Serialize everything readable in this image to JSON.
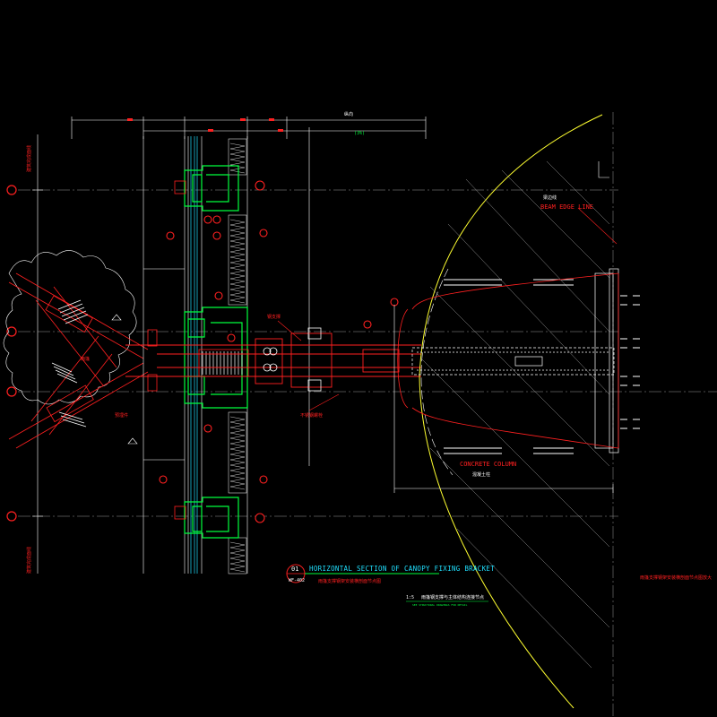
{
  "drawing": {
    "background": "#000000",
    "colors": {
      "red": "#ff2020",
      "white": "#ffffff",
      "green": "#00ff3c",
      "yellow": "#ffff30",
      "cyan": "#20e0ff",
      "grey": "#9a9a9a",
      "magenta": "#ff40ff"
    },
    "labels": {
      "beam_edge_cn": "梁边线",
      "beam_edge_en": "BEAM EDGE LINE",
      "concrete_column_en": "CONCRETE COLUMN",
      "concrete_column_cn": "混凝土柱",
      "dim_top_1": "纵向",
      "dim_top_2": "(3%)",
      "bracket_label_en": "HORIZONTAL SECTION OF CANOPY FIXING BRACKET",
      "bracket_label_cn": "雨篷支撑钢架安装横剖面节点图",
      "detail_number": "01",
      "sheet_ref": "WF-402",
      "scale_note": "1:5",
      "footer_note_cn": "雨篷钢支撑与主体结构连接节点",
      "footer_note_small": "SEE STRUCTURAL DRAWINGS FOR DETAIL",
      "side_note_right": "雨篷支撑钢架安装横剖面节点图放大",
      "canopy_tag": "雨篷",
      "mid_tag": "预埋件",
      "steel_tag": "钢支撑",
      "steel_tag_2": "不锈钢螺栓",
      "left_vert_top": "建筑完成面线",
      "left_vert_bottom": "建筑完成面线"
    }
  }
}
